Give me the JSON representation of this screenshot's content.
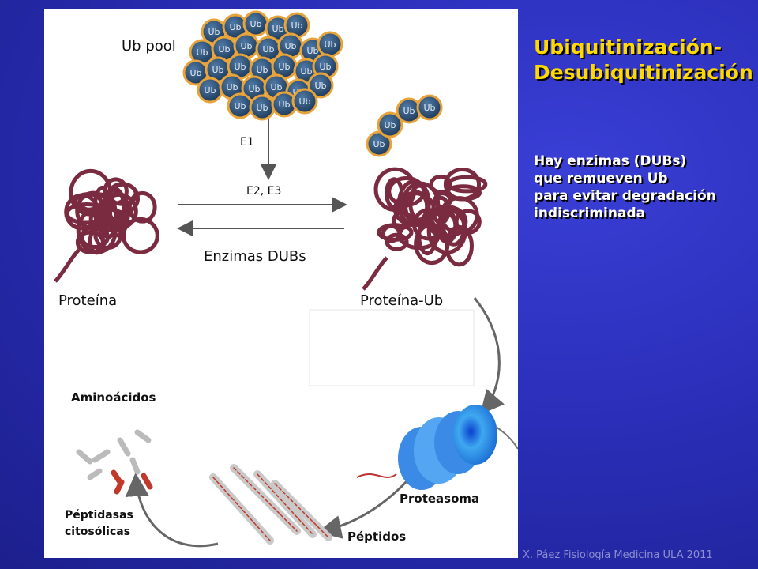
{
  "title": {
    "line1": "Ubiquitinización-",
    "line2": "Desubiquitinización"
  },
  "description": [
    "Hay enzimas (DUBs)",
    "que remueven Ub",
    "para evitar degradación",
    "indiscriminada"
  ],
  "diagram": {
    "ub_pool": "Ub pool",
    "ub_token": "Ub",
    "e1": "E1",
    "e2e3": "E2, E3",
    "enzimas_dubs": "Enzimas DUBs",
    "proteina": "Proteína",
    "proteina_ub": "Proteína-Ub",
    "aminoacidos": "Aminoácidos",
    "proteasoma": "Proteasoma",
    "peptidos": "Péptidos",
    "peptidasas_line1": "Péptidasas",
    "peptidasas_line2": "citosólicas"
  },
  "credit": "X. Páez Fisiología Medicina ULA 2011",
  "colors": {
    "background": "#2a2eb8",
    "title": "#ffd800",
    "ub_ball": "#2a4f73",
    "ub_ring": "#e8a43a",
    "protein": "#7a2b40"
  }
}
